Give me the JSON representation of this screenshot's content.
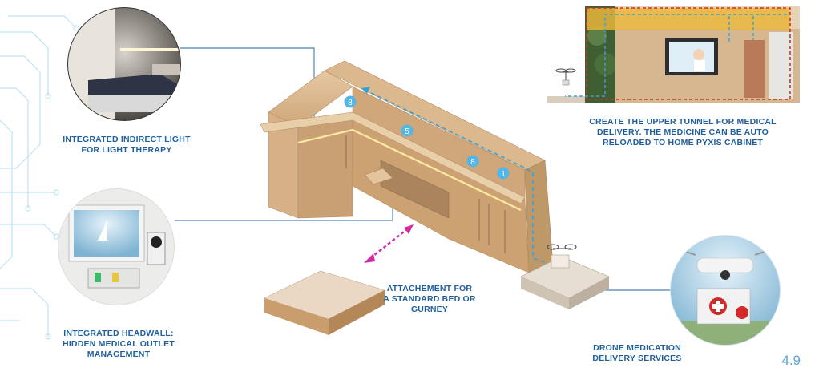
{
  "labels": {
    "indirect_light": "INTEGRATED INDIRECT LIGHT\nFOR LIGHT THERAPY",
    "headwall": "INTEGRATED HEADWALL:\nHIDDEN MEDICAL OUTLET\nMANAGEMENT",
    "attachment": "ATTACHEMENT FOR\nA STANDARD BED OR\nGURNEY",
    "upper_tunnel": "CREATE THE UPPER TUNNEL FOR MEDICAL\nDELIVERY. THE MEDICINE CAN BE AUTO\nRELOADED TO HOME PYXIS CABINET",
    "drone": "DRONE MEDICATION\nDELIVERY SERVICES"
  },
  "markers": [
    "8",
    "5",
    "8",
    "1"
  ],
  "page_number": "4.9",
  "colors": {
    "label_blue": "#1f5f9e",
    "path_blue": "#3aa0d8",
    "arrow_magenta": "#d42aa0",
    "wood": "#d9b48a",
    "circuit": "#bfe3f4"
  }
}
